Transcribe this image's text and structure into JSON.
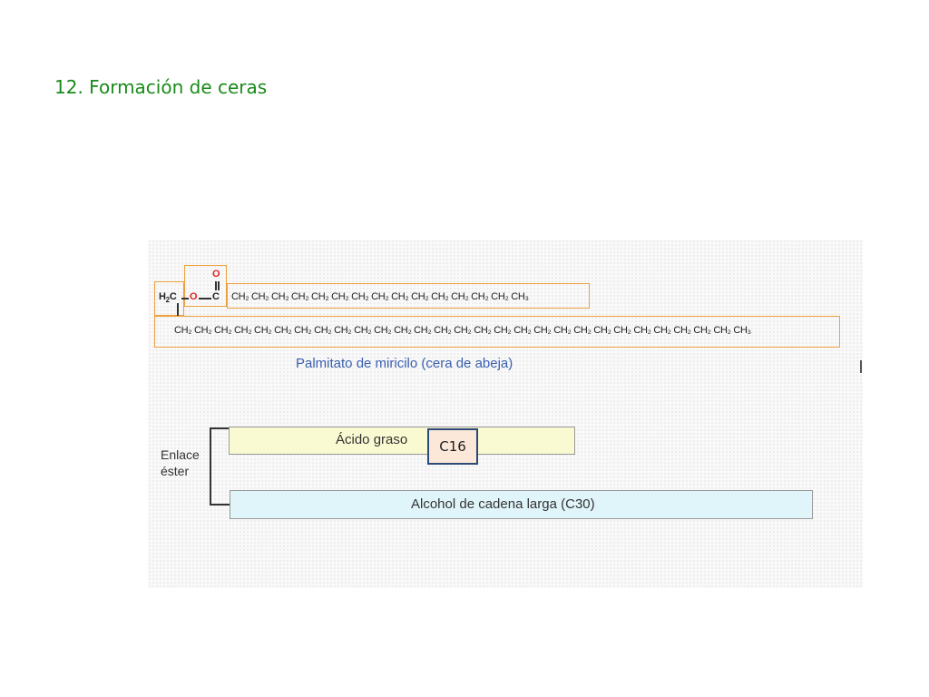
{
  "slide": {
    "title": "12. Formación de ceras"
  },
  "molecule": {
    "acid_chain": "CH₂ CH₂ CH₂ CH₂ CH₂ CH₂ CH₂ CH₂ CH₂ CH₂ CH₂ CH₂ CH₂ CH₂ CH₃",
    "alcohol_chain": "CH₂ CH₂ CH₂ CH₂ CH₂ CH₂ CH₂ CH₂ CH₂ CH₂ CH₂ CH₂ CH₂ CH₂ CH₂ CH₂ CH₂ CH₂ CH₂ CH₂ CH₂ CH₂ CH₂ CH₂ CH₂ CH₂ CH₂ CH₂ CH₃",
    "h2c": "H",
    "h2c_sub": "2",
    "h2c_tail": "C",
    "oxygen": "O",
    "carbonyl_c": "C",
    "carbonyl_o": "O",
    "caption": "Palmitato de miricilo (cera de abeja)"
  },
  "schema": {
    "acid_label": "Ácido graso",
    "alcohol_label": "Alcohol de cadena larga (C30)",
    "bond_label_line1": "Enlace",
    "bond_label_line2": "éster",
    "c16_label": "C16"
  },
  "colors": {
    "title": "#1a8a1a",
    "caption": "#3a5fb0",
    "box_border": "#f0a040",
    "acid_fill": "#fafad2",
    "alcohol_fill": "#e0f5fa",
    "c16_fill": "#fbe8d8",
    "c16_border": "#2b4a78"
  }
}
